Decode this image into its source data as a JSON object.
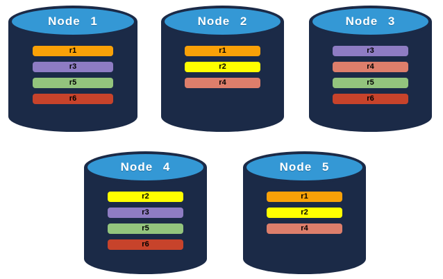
{
  "diagram": {
    "title": "replica-placement-diagram",
    "background": "#ffffff",
    "colors": {
      "cylinder_body": "#1B2A47",
      "cylinder_top": "#3498D5",
      "node_label_text": "#FFFFFF",
      "bar_text": "#000000"
    },
    "replica_colors": {
      "r1": "#F9A108",
      "r2": "#FFFF00",
      "r3": "#8E7CC3",
      "r4": "#DD7E6B",
      "r5": "#93C47D",
      "r6": "#C7432B"
    },
    "nodes": [
      {
        "label": "Node 1",
        "replicas": [
          "r1",
          "r3",
          "r5",
          "r6"
        ]
      },
      {
        "label": "Node 2",
        "replicas": [
          "r1",
          "r2",
          "r4"
        ]
      },
      {
        "label": "Node 3",
        "replicas": [
          "r3",
          "r4",
          "r5",
          "r6"
        ]
      },
      {
        "label": "Node 4",
        "replicas": [
          "r2",
          "r3",
          "r5",
          "r6"
        ]
      },
      {
        "label": "Node 5",
        "replicas": [
          "r1",
          "r2",
          "r4"
        ]
      }
    ]
  }
}
